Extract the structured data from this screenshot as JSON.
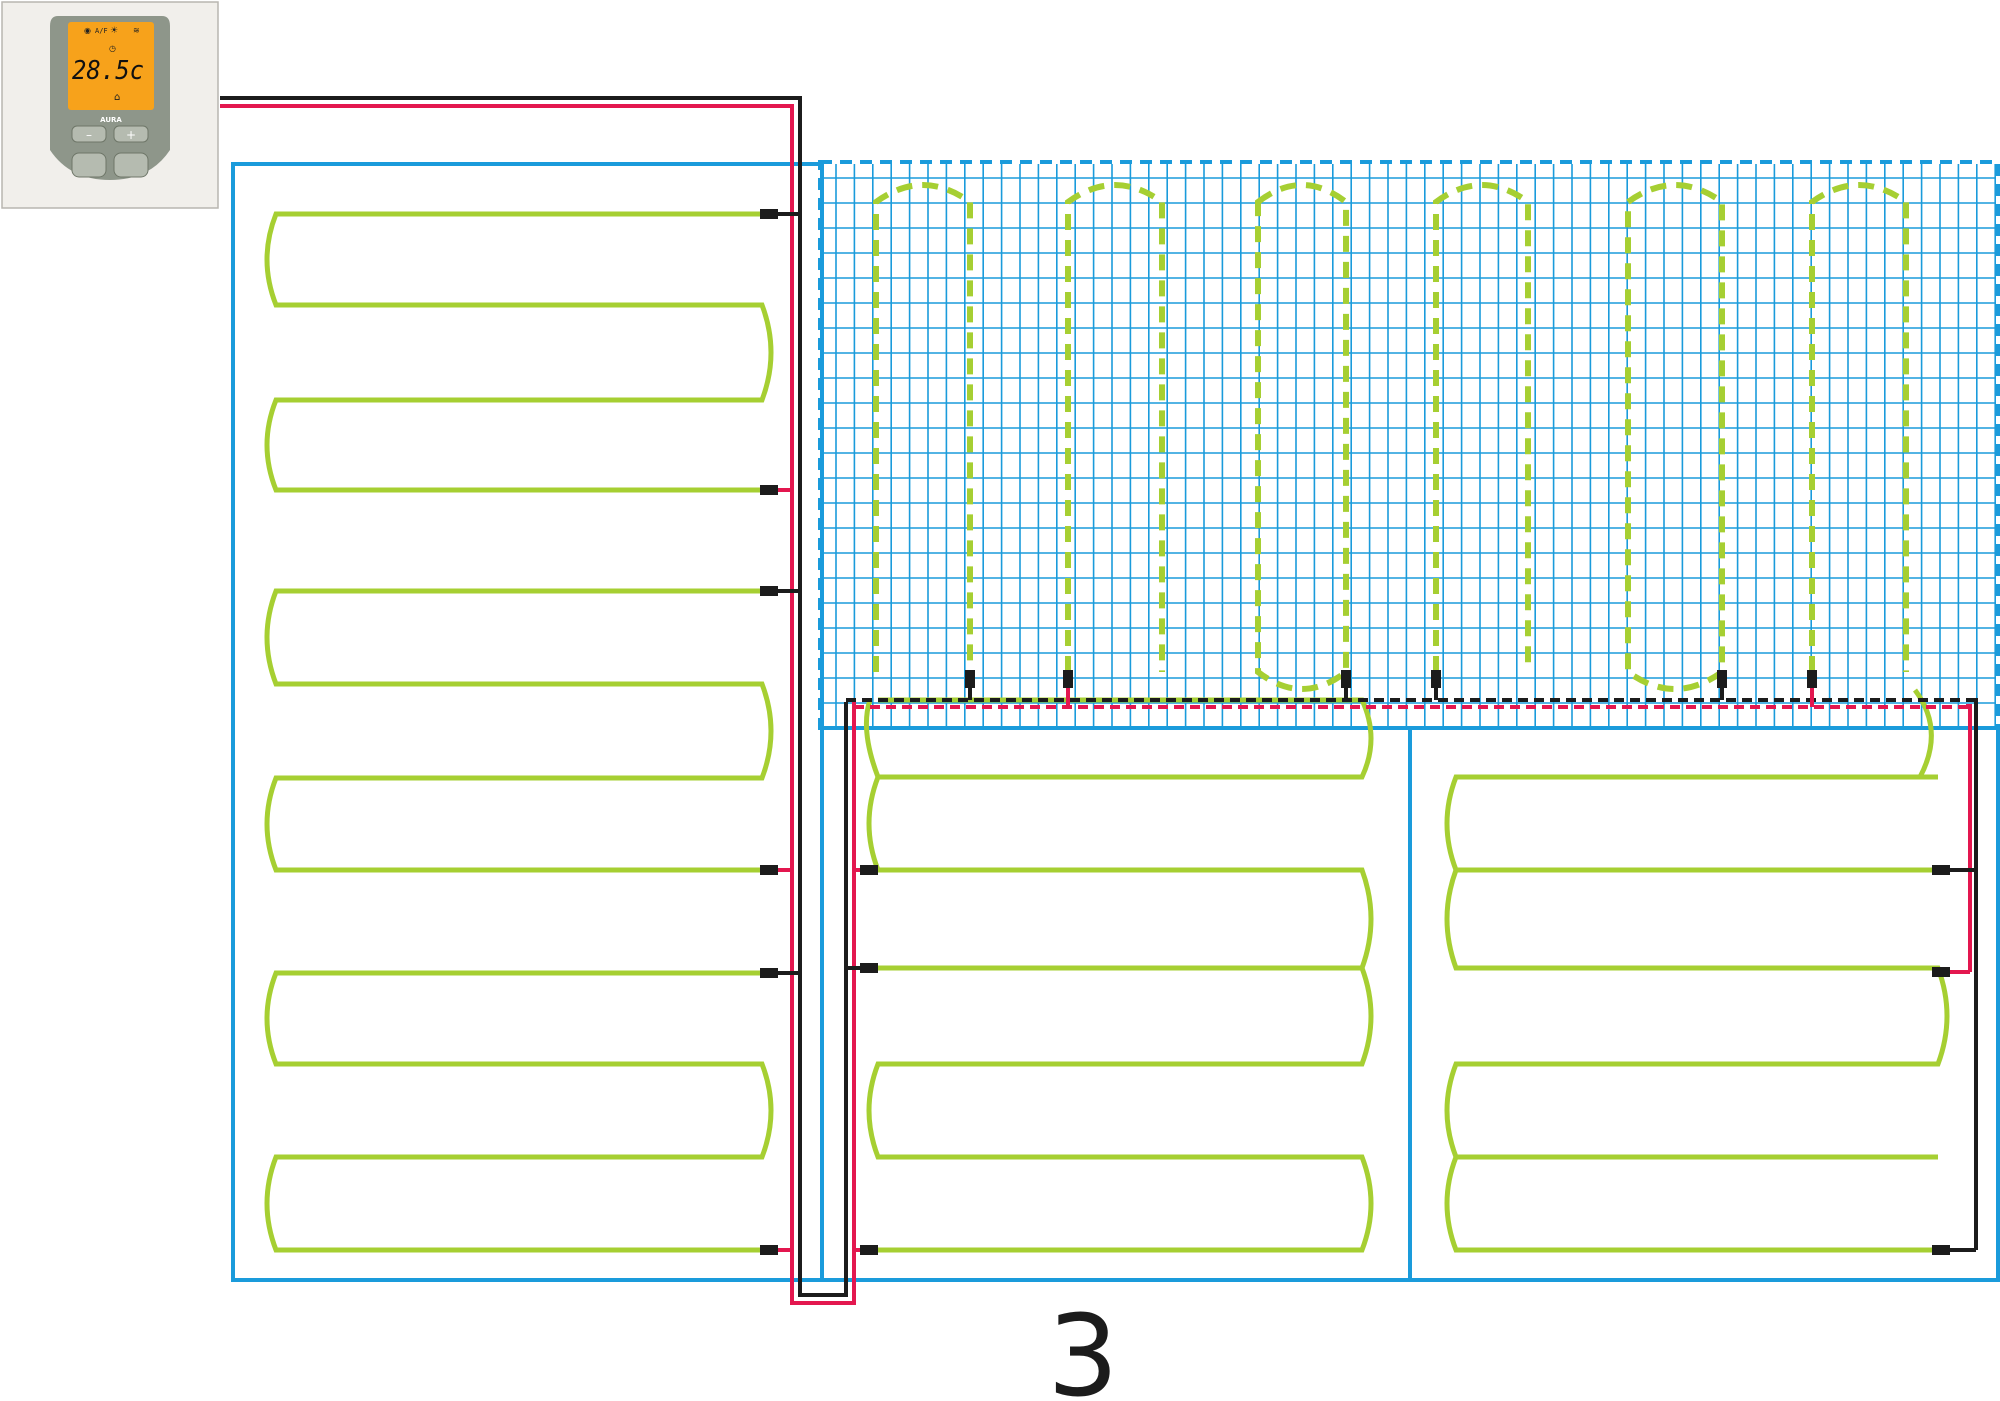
{
  "thermostat": {
    "brand": "AURA",
    "temperature": "28.5c",
    "mode_label": "A/F"
  },
  "diagram": {
    "caption": "3"
  },
  "colors": {
    "mat_outline": "#1a9bdb",
    "heating_cable": "#a6cf32",
    "wire_live": "#e3174f",
    "wire_neutral": "#1c1c1c",
    "lcd_background": "#f7a21b",
    "thermostat_body": "#f1efeb",
    "thermostat_panel": "#8e968a"
  }
}
